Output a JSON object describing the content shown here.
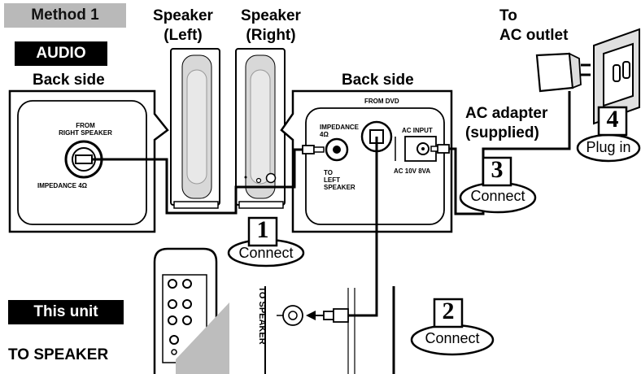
{
  "labels": {
    "method": "Method 1",
    "audio": "AUDIO",
    "back_side_left": "Back side",
    "back_side_right": "Back side",
    "speaker_left": "Speaker\n(Left)",
    "speaker_right": "Speaker\n(Right)",
    "to_ac_outlet": "To\nAC outlet",
    "ac_adapter": "AC adapter\n(supplied)",
    "this_unit": "This unit",
    "to_speaker": "TO SPEAKER"
  },
  "left_panel": {
    "from_right_speaker": "FROM\nRIGHT SPEAKER",
    "impedance": "IMPEDANCE 4Ω"
  },
  "right_panel": {
    "from_dvd": "FROM DVD",
    "impedance": "IMPEDANCE\n4Ω",
    "to_left_speaker": "TO\nLEFT\nSPEAKER",
    "ac_input": "AC INPUT",
    "ac_rating": "AC 10V 8VA"
  },
  "unit_detail": {
    "to_speaker_vertical": "TO SPEAKER"
  },
  "steps": [
    {
      "number": "1",
      "label": "Connect"
    },
    {
      "number": "2",
      "label": "Connect"
    },
    {
      "number": "3",
      "label": "Connect"
    },
    {
      "number": "4",
      "label": "Plug in"
    }
  ]
}
